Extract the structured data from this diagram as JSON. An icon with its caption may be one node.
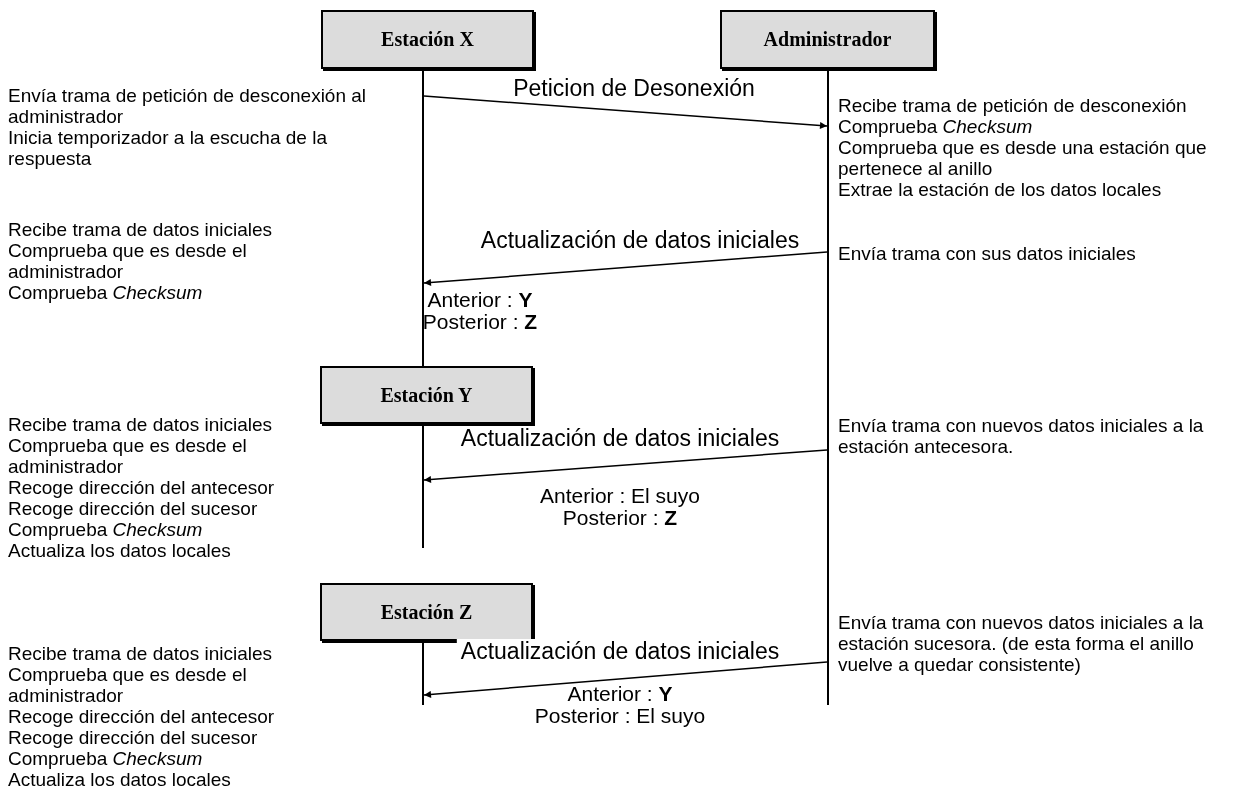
{
  "diagram": {
    "nodes": [
      {
        "text": [
          "Estación X"
        ]
      },
      {
        "text": [
          "Administrador"
        ]
      },
      {
        "text": [
          "Estación Y"
        ]
      },
      {
        "text": [
          "Estación Z"
        ]
      },
      {
        "text": [],
        "shape": "line"
      },
      {
        "text": [],
        "shape": "line"
      },
      {
        "text": [],
        "shape": "line"
      },
      {
        "text": [],
        "shape": "line"
      }
    ],
    "edges": [
      {
        "from": 4,
        "to": 5,
        "arrow": "to",
        "label": "Peticion de Desonexión"
      },
      {
        "from": 5,
        "to": 4,
        "arrow": "to",
        "label": "Actualización de datos iniciales"
      },
      {
        "from": 5,
        "to": 6,
        "arrow": "to",
        "label": "Actualización de datos iniciales"
      },
      {
        "from": 5,
        "to": 7,
        "arrow": "to",
        "label": "Actualización de datos iniciales"
      }
    ],
    "labels": [
      "Envía trama de petición de desconexión al administrador",
      "Inicia temporizador a la escucha de la respuesta",
      "Recibe trama de petición de desconexión",
      "Comprueba *Checksum*",
      "Comprueba que es desde una estación que pertenece al anillo",
      "Extrae la estación de los datos locales",
      "Recibe trama de datos iniciales",
      "Comprueba que es desde el administrador",
      "Comprueba *Checksum*",
      "Envía trama con sus datos iniciales",
      "Anterior : **Y**",
      "Posterior : **Z**",
      "Recibe trama de datos iniciales",
      "Comprueba que es desde el administrador",
      "Recoge dirección del antecesor",
      "Recoge dirección del sucesor",
      "Comprueba *Checksum*",
      "Actualiza los datos locales",
      "Envía trama con nuevos datos iniciales a la estación antecesora.",
      "Anterior : El suyo",
      "Posterior : **Z**",
      "Recibe trama de datos iniciales",
      "Comprueba que es desde el administrador",
      "Recoge dirección del antecesor",
      "Recoge dirección del sucesor",
      "Comprueba *Checksum*",
      "Actualiza los datos locales",
      "Envía trama con nuevos datos iniciales a la estación sucesora. (de esta forma el anillo vuelve a quedar consistente)",
      "Anterior : **Y**",
      "Posterior : El suyo"
    ]
  }
}
